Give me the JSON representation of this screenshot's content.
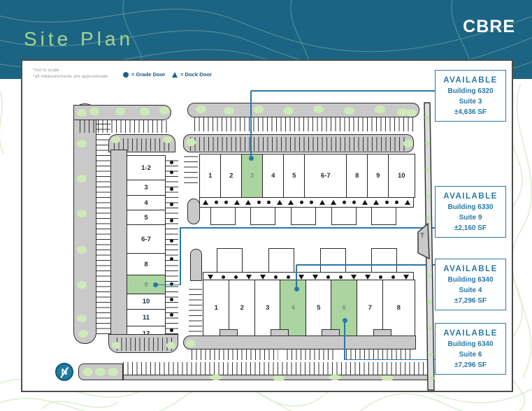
{
  "banner": {
    "title": "Site Plan",
    "brand": "CBRE"
  },
  "notes": [
    "*not to scale",
    "*all measurements are approximate"
  ],
  "legend": [
    {
      "icon": "grade-door-icon",
      "label": "= Grade Door"
    },
    {
      "icon": "dock-door-icon",
      "label": "= Dock Door"
    }
  ],
  "buildings": [
    {
      "id": "6320",
      "suites": [
        "1",
        "2",
        "3",
        "4",
        "5",
        "6-7",
        "8",
        "9",
        "10"
      ],
      "highlighted": [
        "3"
      ],
      "doors": [
        "dock",
        "grade",
        "grade",
        "dock",
        "dock",
        "grade",
        "grade",
        "dock",
        "dock",
        "grade",
        "grade",
        "dock",
        "dock",
        "grade",
        "grade",
        "dock",
        "dock",
        "grade",
        "grade",
        "dock"
      ]
    },
    {
      "id": "6330",
      "suites": [
        "1-2",
        "3",
        "4",
        "5",
        "6-7",
        "8",
        "9",
        "10",
        "11",
        "12"
      ],
      "highlighted": [
        "9"
      ],
      "doors": [
        "grade",
        "grade",
        "grade",
        "grade",
        "grade",
        "grade",
        "grade",
        "grade",
        "grade",
        "grade",
        "grade",
        "grade"
      ]
    },
    {
      "id": "6340",
      "suites": [
        "1",
        "2",
        "3",
        "4",
        "5",
        "6",
        "7",
        "8"
      ],
      "highlighted": [
        "4",
        "6"
      ],
      "doors": [
        "dock",
        "grade",
        "grade",
        "dock",
        "dock",
        "grade",
        "grade",
        "dock",
        "dock",
        "grade",
        "grade",
        "dock",
        "dock",
        "grade",
        "grade",
        "dock"
      ]
    }
  ],
  "callouts": [
    {
      "status": "AVAILABLE",
      "building": "Building 6320",
      "suite": "Suite 3",
      "area": "±4,636 SF"
    },
    {
      "status": "AVAILABLE",
      "building": "Building 6330",
      "suite": "Suite 9",
      "area": "±2,160 SF"
    },
    {
      "status": "AVAILABLE",
      "building": "Building 6340",
      "suite": "Suite 4",
      "area": "±7,296 SF"
    },
    {
      "status": "AVAILABLE",
      "building": "Building 6340",
      "suite": "Suite 6",
      "area": "±7,296 SF"
    }
  ],
  "map_labels": {
    "transformer": "T",
    "compass": "N"
  },
  "colors": {
    "banner": "#1c6484",
    "accent": "#2878a8",
    "highlight": "#abd4a0",
    "title_green": "#a6d38e"
  }
}
